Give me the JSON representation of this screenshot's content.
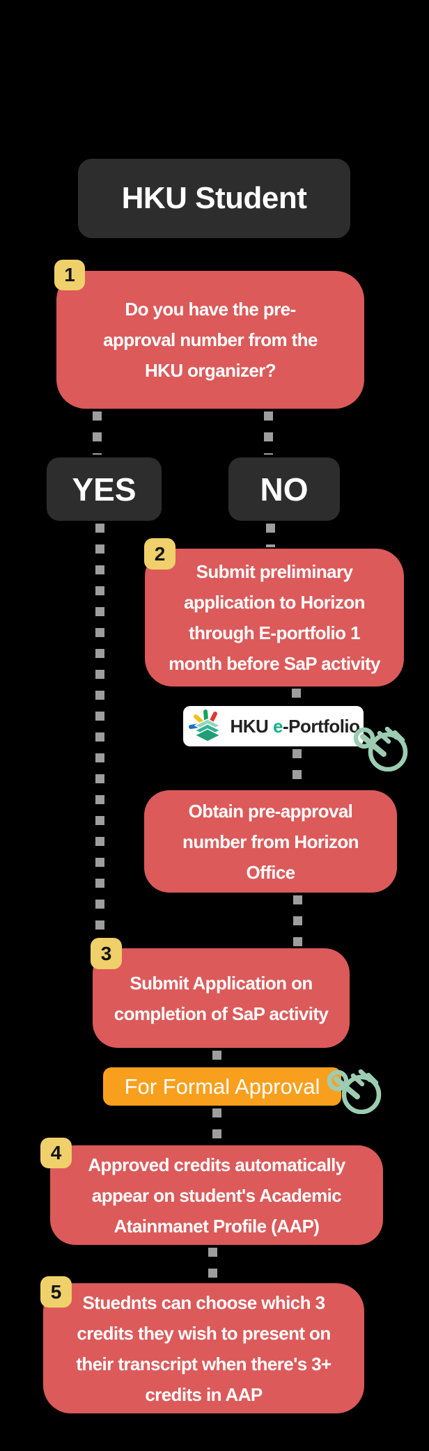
{
  "flow": {
    "start": {
      "label": "HKU Student"
    },
    "q1": {
      "badge": "1",
      "lines": [
        "Do you have the pre-",
        "approval number from the",
        "HKU organizer?"
      ]
    },
    "yes": {
      "label": "YES"
    },
    "no": {
      "label": "NO"
    },
    "step2": {
      "badge": "2",
      "lines": [
        "Submit preliminary",
        "application to Horizon",
        "through E-portfolio 1",
        "month before SaP activity"
      ]
    },
    "eportfolio": {
      "brand_prefix": "HKU ",
      "brand_e": "e",
      "brand_suffix": "-Portfolio",
      "icon": "eportfolio-logo-icon",
      "tap_icon": "tap-hand-icon"
    },
    "obtain": {
      "lines": [
        "Obtain pre-approval",
        "number from Horizon",
        "Office"
      ]
    },
    "step3": {
      "badge": "3",
      "lines": [
        "Submit Application on",
        "completion of SaP activity"
      ]
    },
    "approval": {
      "label": "For Formal Approval",
      "tap_icon": "tap-hand-icon"
    },
    "step4": {
      "badge": "4",
      "lines": [
        "Approved credits automatically",
        "appear on student's Academic",
        "Atainmanet Profile (AAP)"
      ]
    },
    "step5": {
      "badge": "5",
      "lines": [
        "Stuednts can choose which 3",
        "credits they wish to present on",
        "their transcript when there's 3+",
        "credits in AAP"
      ]
    }
  },
  "colors": {
    "background": "#000000",
    "box_red": "#DC5A5A",
    "box_dark": "#2D2D2D",
    "badge_yellow": "#F0D06A",
    "approval_orange": "#F8A01E",
    "connector_gray": "#9E9E9E",
    "tap_icon_green": "#9CCDB2",
    "logo_e_teal": "#19B08C"
  }
}
